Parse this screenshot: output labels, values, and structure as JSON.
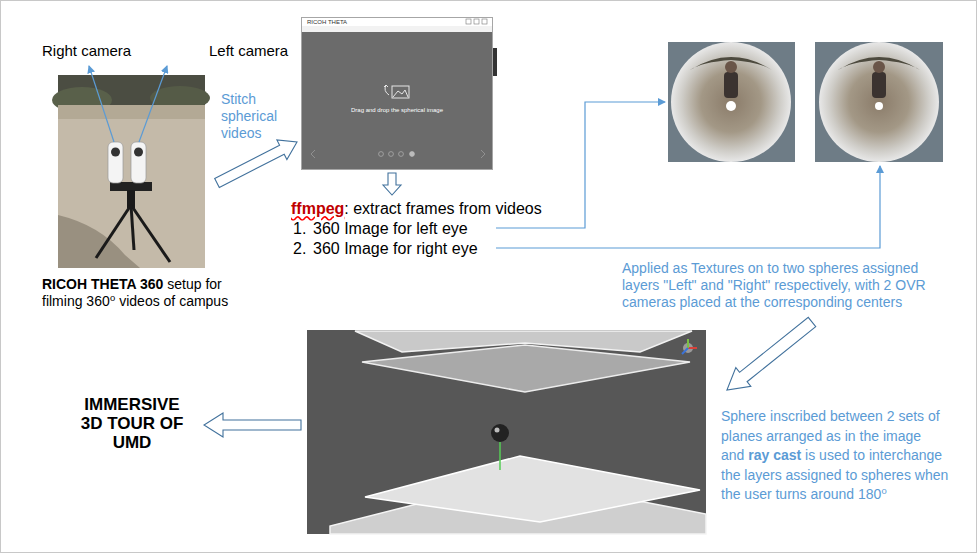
{
  "diagram": {
    "nodes": [
      {
        "text": [
          "RICOH THETA 360",
          "setup for filming 360⁰ videos of campus"
        ]
      },
      {
        "text": [
          "RICOH THETA",
          "Drag and drop the spherical image"
        ]
      }
    ],
    "edges": [
      {
        "from": 0,
        "to": 1,
        "arrow": "to",
        "label": "Stitch spherical videos"
      }
    ],
    "labels": [
      "Right camera",
      "Left camera",
      "ffmpeg",
      ": extract frames from videos",
      "1.",
      "360 Image for left eye",
      "2.",
      "360 Image for right eye",
      "Applied as Textures on to two spheres assigned layers \"Left\" and \"Right\" respectively, with 2 OVR cameras placed at the corresponding centers",
      "IMMERSIVE 3D TOUR OF UMD",
      "Sphere inscribed between 2 sets of planes arranged as in the image and",
      "ray cast",
      "is used to interchange the layers assigned to spheres when the user turns around 180⁰"
    ]
  }
}
